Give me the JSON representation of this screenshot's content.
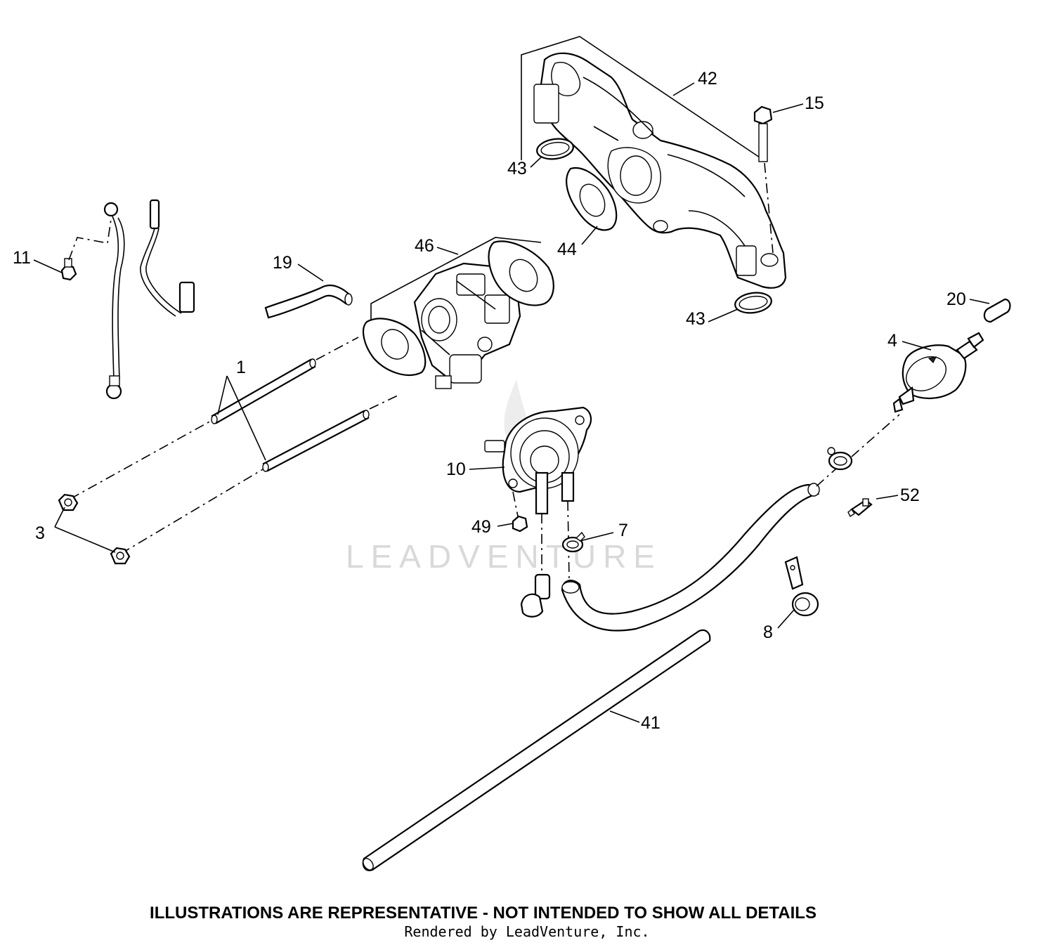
{
  "callouts": {
    "c1": "1",
    "c3": "3",
    "c4": "4",
    "c7": "7",
    "c8": "8",
    "c10": "10",
    "c11": "11",
    "c15": "15",
    "c19": "19",
    "c20": "20",
    "c41": "41",
    "c42": "42",
    "c43a": "43",
    "c43b": "43",
    "c44": "44",
    "c46": "46",
    "c49": "49",
    "c52": "52"
  },
  "watermark": "LEADVENTURE",
  "footer": {
    "disclaimer": "ILLUSTRATIONS ARE REPRESENTATIVE - NOT INTENDED TO SHOW ALL DETAILS",
    "rendered_by": "Rendered by LeadVenture, Inc."
  }
}
